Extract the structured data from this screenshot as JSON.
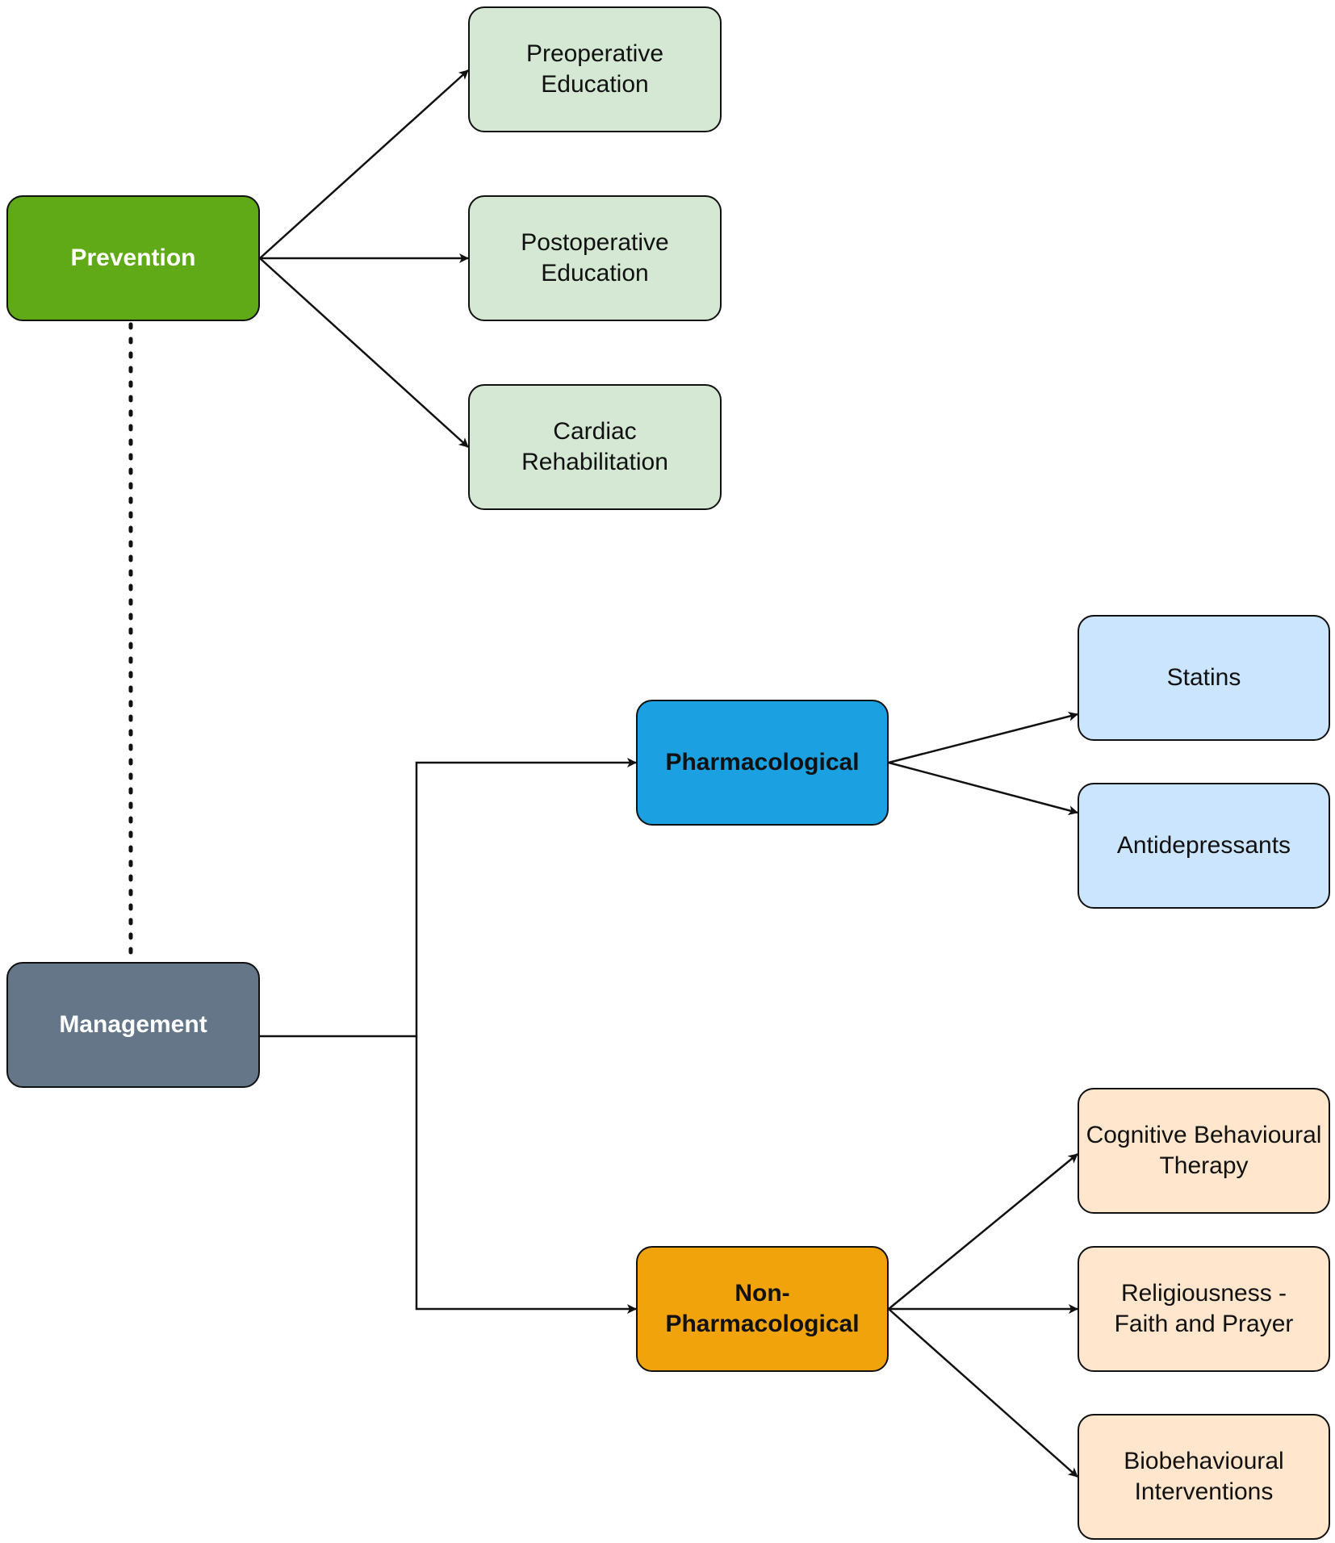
{
  "nodes": {
    "prevention": {
      "label": "Prevention",
      "fill": "#60a917"
    },
    "preop": {
      "label": "Preoperative\nEducation",
      "fill": "#d5e8d4"
    },
    "postop": {
      "label": "Postoperative\nEducation",
      "fill": "#d5e8d4"
    },
    "cardiac": {
      "label": "Cardiac\nRehabilitation",
      "fill": "#d5e8d4"
    },
    "management": {
      "label": "Management",
      "fill": "#647687"
    },
    "pharmacological": {
      "label": "Pharmacological",
      "fill": "#1ba1e2"
    },
    "statins": {
      "label": "Statins",
      "fill": "#cce5ff"
    },
    "antidepressants": {
      "label": "Antidepressants",
      "fill": "#cce5ff"
    },
    "nonpharmacological": {
      "label": "Non-\nPharmacological",
      "fill": "#f0a30a"
    },
    "cbt": {
      "label": "Cognitive Behavioural\nTherapy",
      "fill": "#ffe6cc"
    },
    "religiousness": {
      "label": "Religiousness -\nFaith and Prayer",
      "fill": "#ffe6cc"
    },
    "biobehavioural": {
      "label": "Biobehavioural\nInterventions",
      "fill": "#ffe6cc"
    }
  },
  "edges": [
    {
      "from": "prevention",
      "to": "preop",
      "style": "arrow"
    },
    {
      "from": "prevention",
      "to": "postop",
      "style": "arrow"
    },
    {
      "from": "prevention",
      "to": "cardiac",
      "style": "arrow"
    },
    {
      "from": "prevention",
      "to": "management",
      "style": "dotted"
    },
    {
      "from": "management",
      "to": "pharmacological",
      "style": "elbow-arrow"
    },
    {
      "from": "management",
      "to": "nonpharmacological",
      "style": "elbow-arrow"
    },
    {
      "from": "pharmacological",
      "to": "statins",
      "style": "arrow"
    },
    {
      "from": "pharmacological",
      "to": "antidepressants",
      "style": "arrow"
    },
    {
      "from": "nonpharmacological",
      "to": "cbt",
      "style": "arrow"
    },
    {
      "from": "nonpharmacological",
      "to": "religiousness",
      "style": "arrow"
    },
    {
      "from": "nonpharmacological",
      "to": "biobehavioural",
      "style": "arrow"
    }
  ]
}
